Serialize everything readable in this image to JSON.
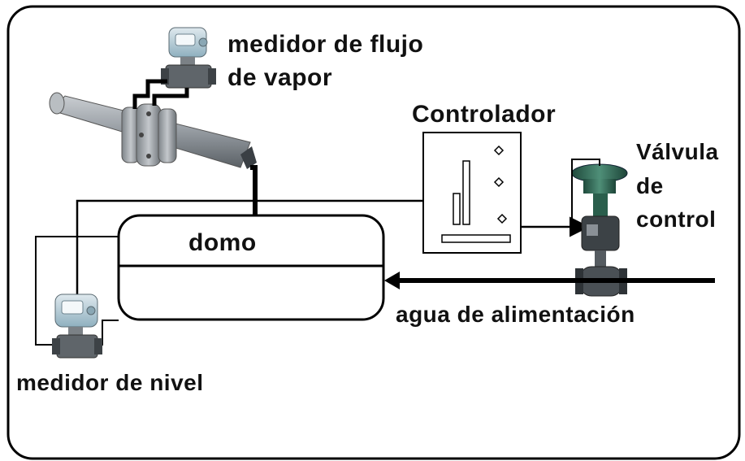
{
  "labels": {
    "steam_flow_meter_line1": "medidor de flujo",
    "steam_flow_meter_line2": "de vapor",
    "controller": "Controlador",
    "valve_line1": "Válvula",
    "valve_line2": "de",
    "valve_line3": "control",
    "drum": "domo",
    "feedwater": "agua de alimentación",
    "level_meter": "medidor de nivel"
  },
  "colors": {
    "background": "#ffffff",
    "lines": "#000000",
    "pipe": "#8a9096",
    "valve_body": "#2f6a57",
    "transmitter_head": "#a9c3cf"
  },
  "icons": {
    "steam_flow_transmitter": "pressure-transmitter-icon",
    "level_transmitter": "pressure-transmitter-icon",
    "control_valve": "control-valve-icon",
    "controller_panel": "controller-panel-icon"
  }
}
